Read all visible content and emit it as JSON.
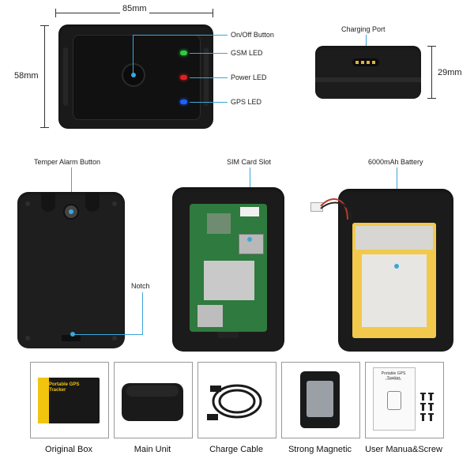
{
  "dimensions": {
    "width": "85mm",
    "height": "58mm",
    "depth": "29mm"
  },
  "labels": {
    "onoff": "On/Off Button",
    "gsm": "GSM LED",
    "power": "Power LED",
    "gps": "GPS LED",
    "charging": "Charging Port",
    "tamper": "Temper Alarm Button",
    "sim": "SIM Card Slot",
    "battery": "6000mAh Battery",
    "notch": "Notch"
  },
  "box_text": "Portable GPS Tracker",
  "manual_text": {
    "title": "Portable GPS Tracker",
    "subtitle": "User Guide"
  },
  "captions": [
    "Original Box",
    "Main Unit",
    "Charge Cable",
    "Strong Magnetic",
    "User Manua&Screw"
  ],
  "colors": {
    "leader": "#3aa7d8",
    "gsm_led": "#2ecc40",
    "power_led": "#e02020",
    "gps_led": "#2060ff",
    "battery": "#f2c94c"
  }
}
